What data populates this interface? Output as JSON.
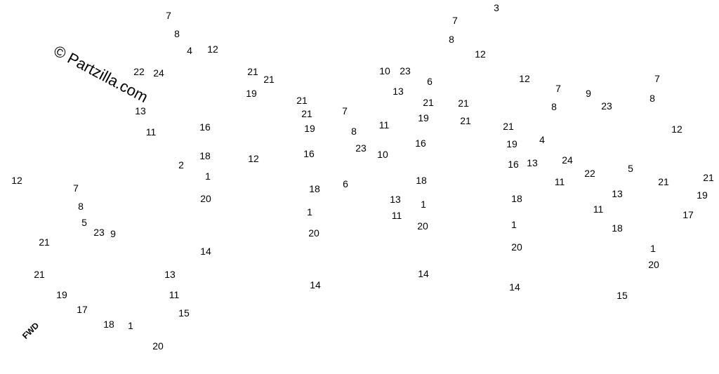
{
  "watermark": "© Partzilla.com",
  "fwd": "FWD",
  "callouts": [
    "1",
    "2",
    "3",
    "4",
    "5",
    "6",
    "7",
    "8",
    "9",
    "10",
    "11",
    "12",
    "13",
    "14",
    "15",
    "16",
    "17",
    "18",
    "19",
    "20",
    "21",
    "22",
    "23",
    "24"
  ]
}
